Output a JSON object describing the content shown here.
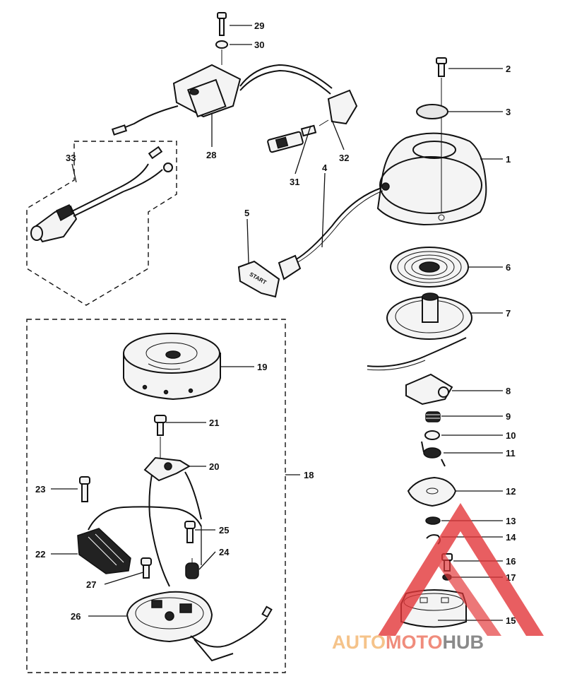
{
  "callouts": [
    {
      "id": "1",
      "text": "1"
    },
    {
      "id": "2",
      "text": "2"
    },
    {
      "id": "3",
      "text": "3"
    },
    {
      "id": "4",
      "text": "4"
    },
    {
      "id": "5",
      "text": "5"
    },
    {
      "id": "6",
      "text": "6"
    },
    {
      "id": "7",
      "text": "7"
    },
    {
      "id": "8",
      "text": "8"
    },
    {
      "id": "9",
      "text": "9"
    },
    {
      "id": "10",
      "text": "10"
    },
    {
      "id": "11",
      "text": "11"
    },
    {
      "id": "12",
      "text": "12"
    },
    {
      "id": "13",
      "text": "13"
    },
    {
      "id": "14",
      "text": "14"
    },
    {
      "id": "15",
      "text": "15"
    },
    {
      "id": "16",
      "text": "16"
    },
    {
      "id": "17",
      "text": "17"
    },
    {
      "id": "18",
      "text": "18"
    },
    {
      "id": "19",
      "text": "19"
    },
    {
      "id": "20",
      "text": "20"
    },
    {
      "id": "21",
      "text": "21"
    },
    {
      "id": "22",
      "text": "22"
    },
    {
      "id": "23",
      "text": "23"
    },
    {
      "id": "24",
      "text": "24"
    },
    {
      "id": "25",
      "text": "25"
    },
    {
      "id": "26",
      "text": "26"
    },
    {
      "id": "27",
      "text": "27"
    },
    {
      "id": "28",
      "text": "28"
    },
    {
      "id": "29",
      "text": "29"
    },
    {
      "id": "30",
      "text": "30"
    },
    {
      "id": "31",
      "text": "31"
    },
    {
      "id": "32",
      "text": "32"
    },
    {
      "id": "33",
      "text": "33"
    }
  ],
  "handle_label": "START",
  "watermark": {
    "part1": "AUTO",
    "part2": "MOTO",
    "part3": "HUB",
    "color1": "#f5c38a",
    "color2": "#f08c7c",
    "color3": "#8a8a8a",
    "triangle_color": "#e3373a"
  }
}
